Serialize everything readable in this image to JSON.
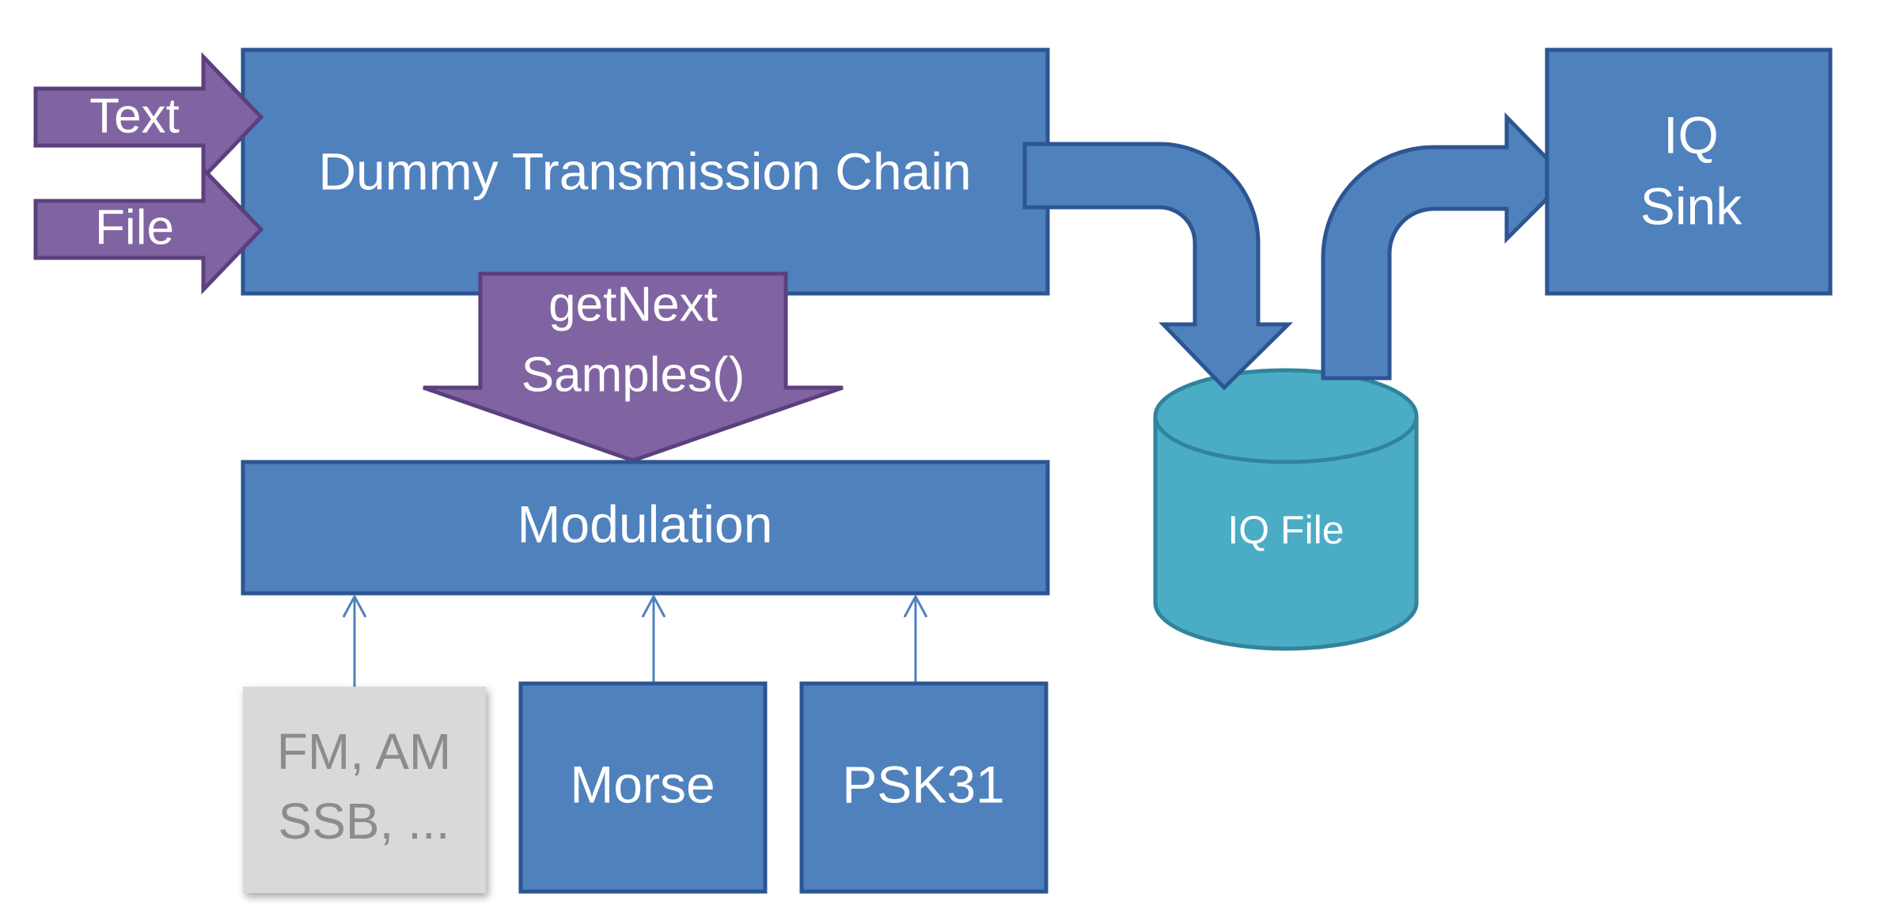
{
  "inputs": {
    "text": "Text",
    "file": "File"
  },
  "chain": {
    "title": "Dummy Transmission Chain"
  },
  "call": {
    "line1": "getNext",
    "line2": "Samples()"
  },
  "modulation": {
    "label": "Modulation"
  },
  "modes": {
    "fm_am_line1": "FM, AM",
    "fm_am_line2": "SSB, ...",
    "morse": "Morse",
    "psk31": "PSK31"
  },
  "storage": {
    "label": "IQ File"
  },
  "sink": {
    "line1": "IQ",
    "line2": "Sink"
  },
  "colors": {
    "box_fill": "#4f81bd",
    "box_stroke": "#2c5591",
    "arrow_fill": "#8064a2",
    "arrow_stroke": "#5b3f7e",
    "cylinder_fill": "#4bacc6",
    "cylinder_stroke": "#31849b",
    "disabled_fill": "#d9d9d9",
    "disabled_text": "#8c8c8c",
    "connector": "#4f81bd"
  }
}
